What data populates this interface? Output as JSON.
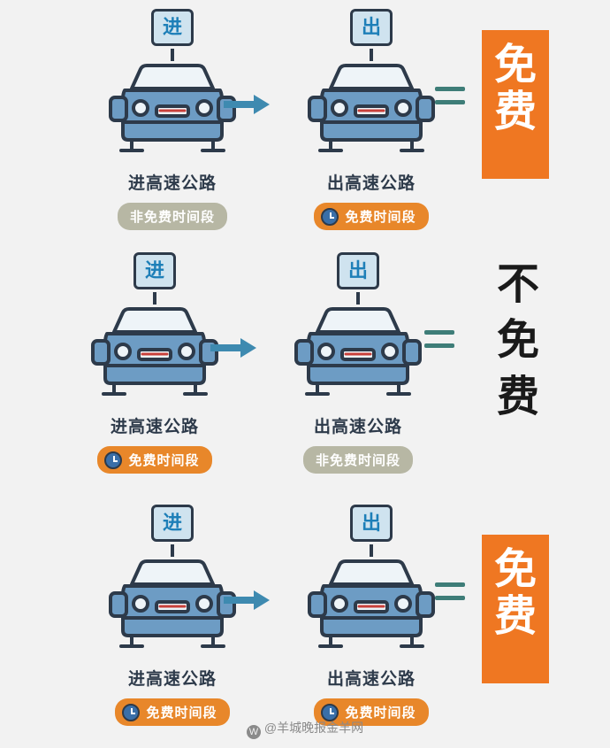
{
  "page": {
    "background_color": "#f2f2f2",
    "watermark": "@羊城晚报金羊网",
    "watermark_icon": "weibo-icon"
  },
  "colors": {
    "free_badge": "#e8872a",
    "notfree_badge": "#b7b7a4",
    "result_free_bg": "#ef7722",
    "car_body": "#6d9cc4",
    "outline": "#2d3a4a",
    "arrow": "#3e8ab0",
    "equals": "#3e7d78"
  },
  "labels": {
    "sign_enter": "进",
    "sign_exit": "出",
    "enter_highway": "进高速公路",
    "exit_highway": "出高速公路",
    "free_period": "免费时间段",
    "not_free_period": "非免费时间段",
    "result_free": "免费",
    "result_not_free": "不免费",
    "clock_icon": "clock-icon",
    "arrow_icon": "arrow-right-icon",
    "equals_icon": "equals-icon"
  },
  "rows": [
    {
      "id": "row-1",
      "enter": {
        "sign": "进",
        "caption": "进高速公路",
        "badge": "非免费时间段",
        "badge_type": "notfree",
        "has_clock": false
      },
      "exit": {
        "sign": "出",
        "caption": "出高速公路",
        "badge": "免费时间段",
        "badge_type": "free",
        "has_clock": true
      },
      "result": "免费",
      "result_type": "free"
    },
    {
      "id": "row-2",
      "enter": {
        "sign": "进",
        "caption": "进高速公路",
        "badge": "免费时间段",
        "badge_type": "free",
        "has_clock": true
      },
      "exit": {
        "sign": "出",
        "caption": "出高速公路",
        "badge": "非免费时间段",
        "badge_type": "notfree",
        "has_clock": false
      },
      "result": "不免费",
      "result_type": "notfree"
    },
    {
      "id": "row-3",
      "enter": {
        "sign": "进",
        "caption": "进高速公路",
        "badge": "免费时间段",
        "badge_type": "free",
        "has_clock": true
      },
      "exit": {
        "sign": "出",
        "caption": "出高速公路",
        "badge": "免费时间段",
        "badge_type": "free",
        "has_clock": true
      },
      "result": "免费",
      "result_type": "free"
    }
  ]
}
